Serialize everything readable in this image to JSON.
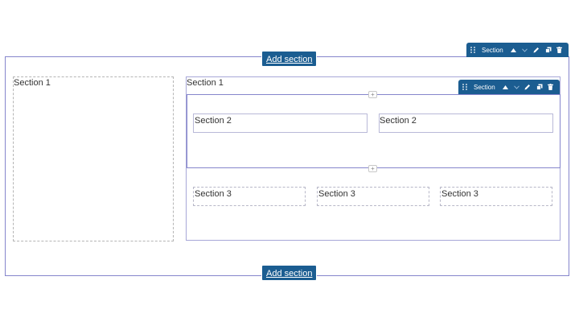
{
  "add_section": {
    "top_label": "Add section",
    "bottom_label": "Add section"
  },
  "outer_toolbar": {
    "label": "Section"
  },
  "inner_toolbar": {
    "label": "Section"
  },
  "sections": {
    "level1": [
      "Section 1",
      "Section 1"
    ],
    "level2": [
      "Section 2",
      "Section 2"
    ],
    "level3": [
      "Section 3",
      "Section 3",
      "Section 3"
    ]
  },
  "add_row_glyph": "+",
  "colors": {
    "toolbar": "#1b5d91",
    "selected_border": "#8585cc",
    "dashed_border": "#b5b5b5"
  },
  "icons": [
    "drag-handle-icon",
    "caret-up-icon",
    "chevron-down-icon",
    "pencil-icon",
    "copy-icon",
    "trash-icon"
  ]
}
